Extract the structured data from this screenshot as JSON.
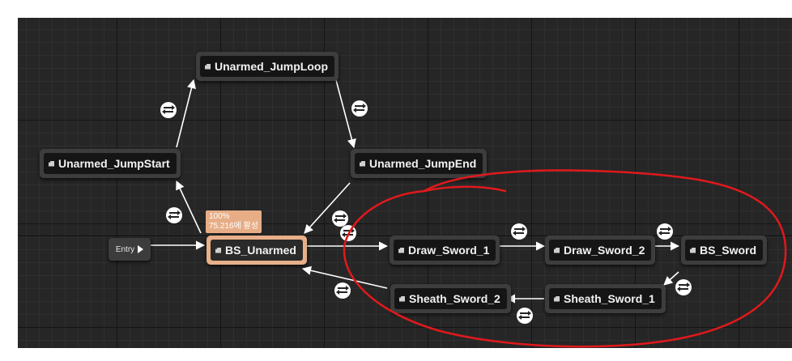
{
  "graph": {
    "entry_label": "Entry",
    "states": {
      "unarmed_jumploop": "Unarmed_JumpLoop",
      "unarmed_jumpstart": "Unarmed_JumpStart",
      "unarmed_jumpend": "Unarmed_JumpEnd",
      "bs_unarmed": "BS_Unarmed",
      "draw_sword_1": "Draw_Sword_1",
      "draw_sword_2": "Draw_Sword_2",
      "bs_sword": "BS_Sword",
      "sheath_sword_2": "Sheath_Sword_2",
      "sheath_sword_1": "Sheath_Sword_1"
    },
    "active_state_weight": {
      "percent": "100%",
      "detail": "75.216에 활성"
    }
  },
  "colors": {
    "grid_background": "#262626",
    "node_frame": "#3d3d3d",
    "active_node_frame": "#e8b08a",
    "wire": "#ffffff",
    "annotation_circle": "#e0191c"
  },
  "icons": {
    "state_node": "state-icon",
    "transition_rule": "transition-rule-icon",
    "entry": "play-icon"
  }
}
